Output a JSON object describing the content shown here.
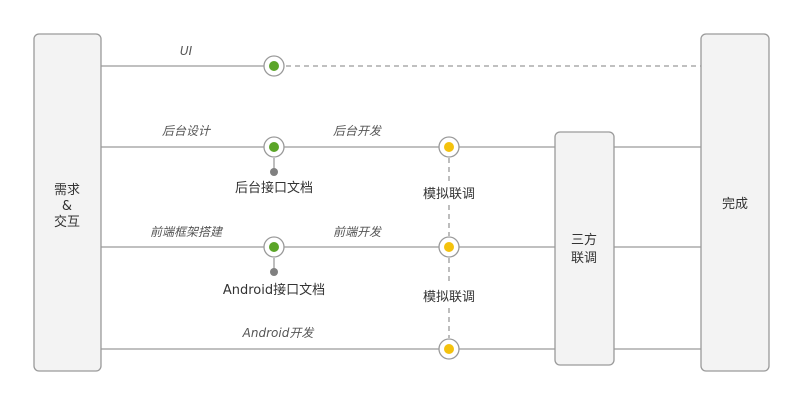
{
  "colors": {
    "green": "#5ba528",
    "yellow": "#f4c20d",
    "stub": "#808080"
  },
  "boxes": {
    "left": [
      "需求",
      "&",
      "交互"
    ],
    "middle": [
      "三方",
      "联调"
    ],
    "right": "完成"
  },
  "lanes": {
    "ui": {
      "label": "UI"
    },
    "backend": {
      "label_left": "后台设计",
      "label_right": "后台开发",
      "doc": "后台接口文档"
    },
    "frontend": {
      "label_left": "前端框架搭建",
      "label_right": "前端开发",
      "doc": "Android接口文档"
    },
    "android": {
      "label": "Android开发"
    }
  },
  "mock_labels": [
    "模拟联调",
    "模拟联调"
  ]
}
